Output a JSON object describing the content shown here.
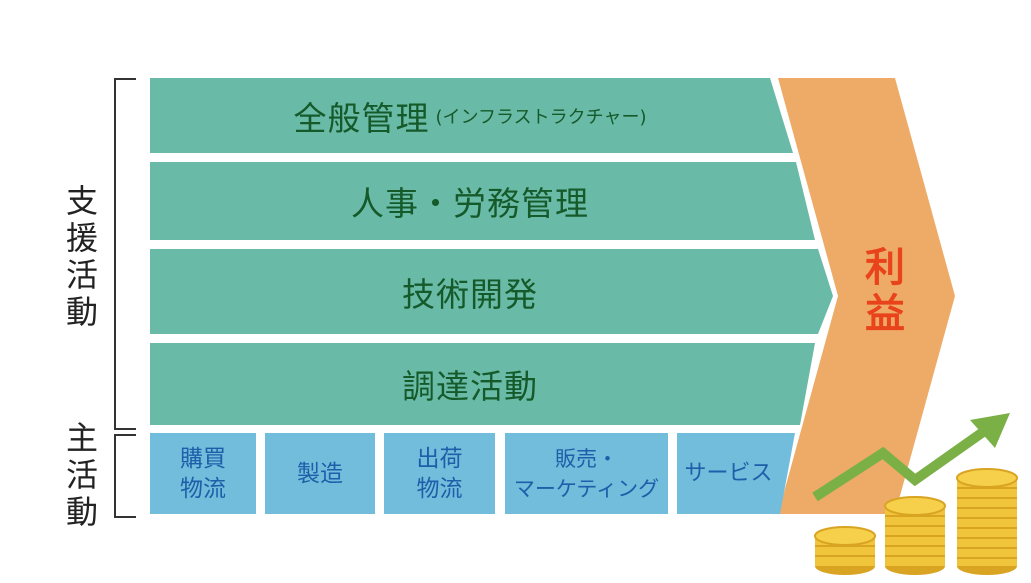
{
  "side_labels": {
    "support": [
      "支",
      "援",
      "活",
      "動"
    ],
    "primary": [
      "主",
      "活",
      "動"
    ]
  },
  "support_activities": [
    {
      "label": "全般管理",
      "sub": "(インフラストラクチャー)"
    },
    {
      "label": "人事・労務管理",
      "sub": ""
    },
    {
      "label": "技術開発",
      "sub": ""
    },
    {
      "label": "調達活動",
      "sub": ""
    }
  ],
  "primary_activities": [
    {
      "lines": [
        "購買",
        "物流"
      ]
    },
    {
      "lines": [
        "製造"
      ]
    },
    {
      "lines": [
        "出荷",
        "物流"
      ]
    },
    {
      "lines": [
        "販売・",
        "マーケティング"
      ]
    },
    {
      "lines": [
        "サービス"
      ]
    }
  ],
  "profit": [
    "利",
    "益"
  ],
  "colors": {
    "support_fill": "#69baa6",
    "primary_fill": "#72bcdc",
    "profit_fill": "#eeab68",
    "arrow": "#7bb047",
    "coin": "#f0c53b",
    "coin_edge": "#d9a422"
  },
  "icons": {
    "growth": "rising-arrow-icon",
    "coins": "coin-stack-icon"
  }
}
